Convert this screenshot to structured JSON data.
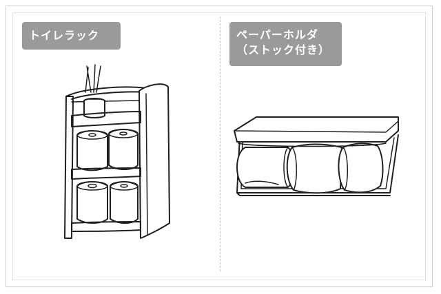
{
  "left_panel": {
    "label": "トイレラック"
  },
  "right_panel": {
    "label_line1": "ペーパーホルダ",
    "label_line2": "（ストック付き）"
  }
}
